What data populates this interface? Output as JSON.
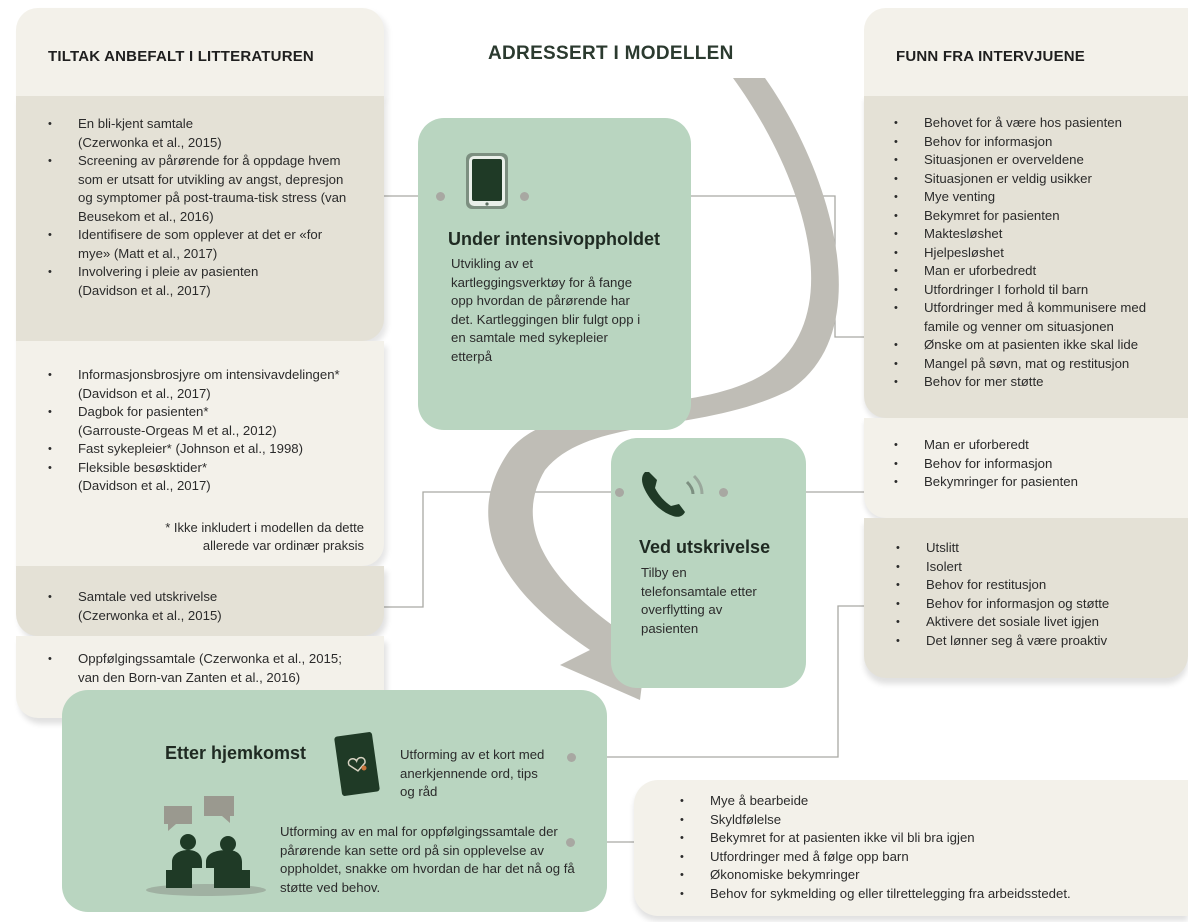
{
  "header": {
    "left_title": "TILTAK ANBEFALT I LITTERATUREN",
    "center_title": "ADRESSERT I MODELLEN",
    "right_title": "FUNN FRA INTERVJUENE"
  },
  "left": {
    "group1": [
      {
        "line1": "En bli-kjent samtale",
        "line2": "(Czerwonka et al., 2015)"
      },
      {
        "line1": "Screening av pårørende for å oppdage hvem som er utsatt for utvikling av angst, depresjon og symptomer på post-trauma-tisk stress (van Beusekom et al., 2016)",
        "line2": ""
      },
      {
        "line1": "Identifisere de som opplever at det er «for mye»  (Matt et al., 2017)",
        "line2": ""
      },
      {
        "line1": "Involvering i pleie av pasienten",
        "line2": "(Davidson et al., 2017)"
      }
    ],
    "group2": [
      {
        "line1": "Informasjonsbrosjyre om intensivavdelingen* (Davidson et al., 2017)",
        "line2": ""
      },
      {
        "line1": "Dagbok for pasienten*",
        "line2": "(Garrouste-Orgeas M et al., 2012)"
      },
      {
        "line1": "Fast sykepleier* (Johnson et al., 1998)",
        "line2": ""
      },
      {
        "line1": "Fleksible besøsktider*",
        "line2": " (Davidson et al., 2017)"
      }
    ],
    "note": "* Ikke inkludert i modellen da dette allerede var ordinær praksis",
    "group3": [
      {
        "line1": "Samtale ved utskrivelse",
        "line2": "(Czerwonka et al., 2015)"
      }
    ],
    "group4": [
      {
        "line1": "Oppfølgingssamtale  (Czerwonka et al., 2015; van den Born-van Zanten et al., 2016)",
        "line2": ""
      }
    ]
  },
  "center": {
    "box1": {
      "title": "Under intensivoppholdet",
      "text": "Utvikling av et kartleggingsverktøy for å fange opp hvordan de pårørende har det. Kartleggingen blir fulgt opp i en samtale med sykepleier etterpå",
      "icon": "tablet-icon"
    },
    "box2": {
      "title": "Ved utskrivelse",
      "text": "Tilby en telefonsamtale etter overflytting av pasienten",
      "icon": "phone-icon"
    },
    "box3": {
      "title": "Etter hjemkomst",
      "card_text": "Utforming av et kort med anerkjennende ord, tips og råd",
      "meeting_text": "Utforming av en mal for oppfølgingssamtale der pårørende kan sette ord på sin opplevelse av oppholdet, snakke om hvordan de har det nå og få støtte ved behov.",
      "icons": [
        "card-icon",
        "conversation-icon"
      ]
    }
  },
  "right": {
    "group1": [
      "Behovet for å være hos pasienten",
      "Behov for informasjon",
      "Situasjonen er overveldene",
      "Situasjonen er veldig usikker",
      "Mye venting",
      "Bekymret for pasienten",
      "Maktesløshet",
      "Hjelpesløshet",
      "Man er uforbedredt",
      "Utfordringer I forhold til barn",
      "Utfordringer med å kommunisere med famile og venner om situasjonen",
      "Ønske om at pasienten ikke skal lide",
      "Mangel på søvn, mat og restitusjon",
      "Behov for mer støtte"
    ],
    "group2": [
      "Man er uforberedt",
      "Behov for informasjon",
      "Bekymringer for pasienten"
    ],
    "group3": [
      "Utslitt",
      "Isolert",
      "Behov for restitusjon",
      "Behov for informasjon og støtte",
      "Aktivere det sosiale livet igjen",
      "Det lønner seg å være proaktiv"
    ],
    "group4": [
      "Mye å bearbeide",
      "Skyldfølelse",
      "Bekymret for at pasienten ikke vil bli bra igjen",
      "Utfordringer med å følge opp barn",
      "Økonomiske bekymringer",
      "Behov for sykmelding og eller tilrettelegging fra arbeidsstedet."
    ]
  },
  "colors": {
    "green_box": "#b9d5c0",
    "light_card": "#f3f1ea",
    "mid_card": "#e4e1d6",
    "arrow": "#bfbdb6",
    "icon_dark": "#1f3a26"
  }
}
